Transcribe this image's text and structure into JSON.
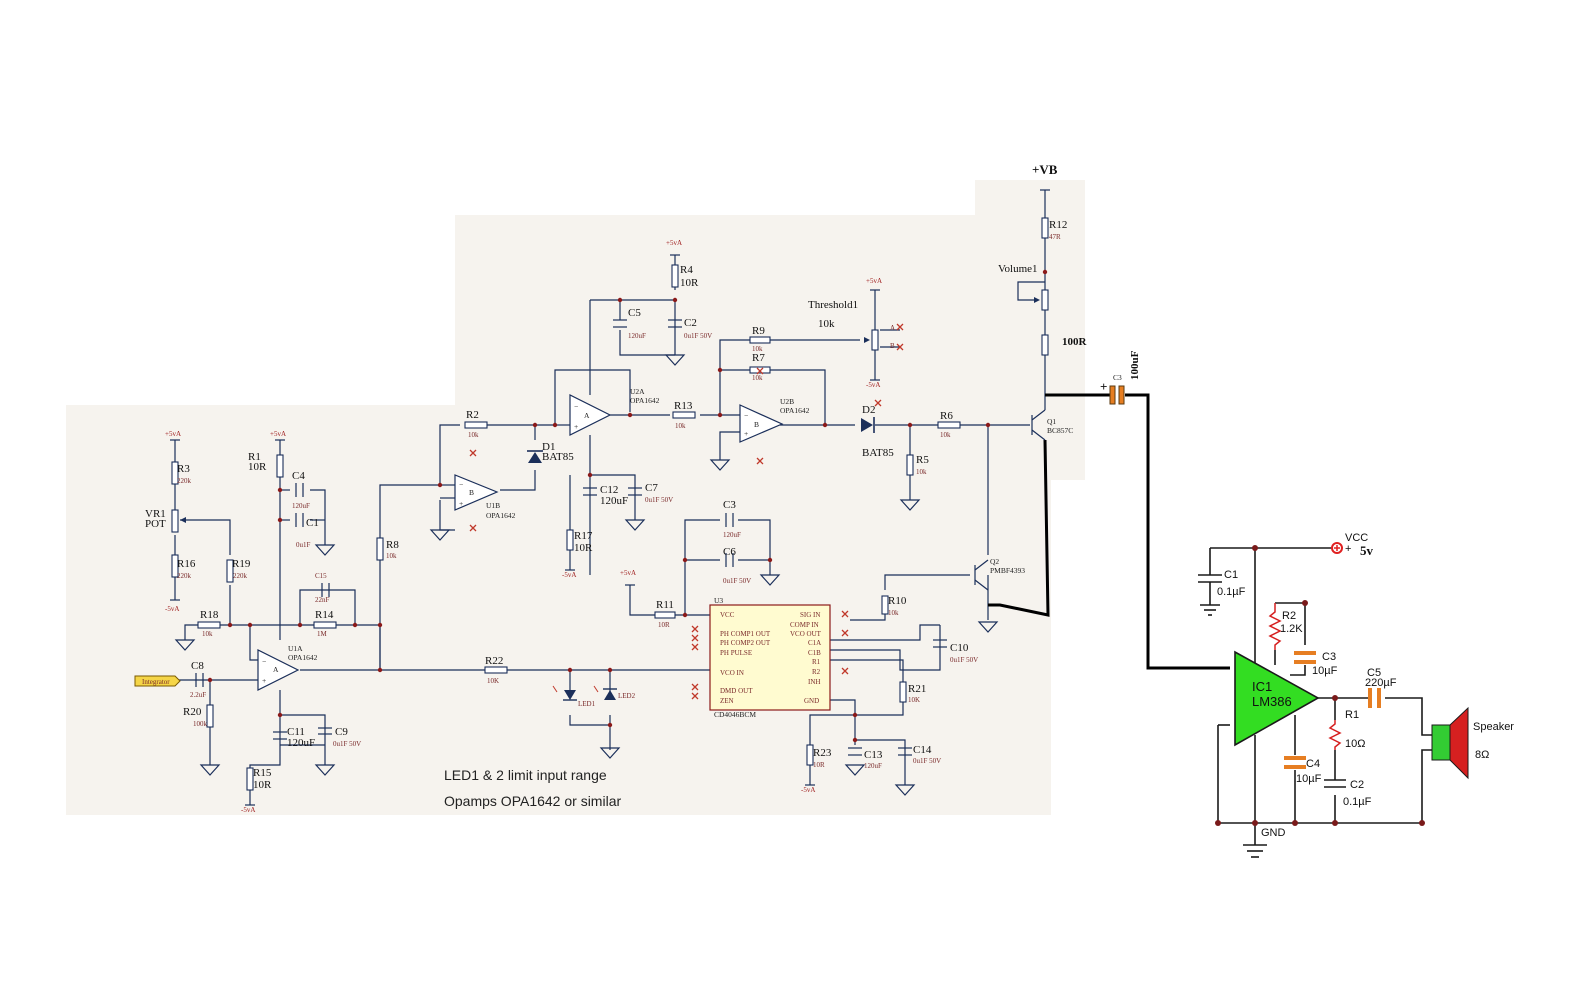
{
  "notes": {
    "line1": "LED1 & 2 limit input range",
    "line2": "Opamps OPA1642 or similar"
  },
  "supplies": {
    "vb": "+VB",
    "p5": "+5vA",
    "n5": "-5vA",
    "vcc": "VCC",
    "v5": "5v",
    "gnd": "GND",
    "plus": "+"
  },
  "input": {
    "label": "Integrator"
  },
  "left": {
    "vr1": "VR1",
    "pot": "POT",
    "r3": "R3",
    "r3v": "220k",
    "r16": "R16",
    "r16v": "220k",
    "r19": "R19",
    "r19v": "220k",
    "r18": "R18",
    "r18v": "10k",
    "r1": "R1",
    "r1v": "10R",
    "c4": "C4",
    "c4v": "120uF",
    "c1": "C1",
    "c1v": "0u1F",
    "c15": "C15",
    "c15v": "22nF",
    "r14": "R14",
    "r14v": "1M",
    "u1a": "U1A",
    "u1ap": "OPA1642",
    "c8": "C8",
    "c8v": "2.2uF",
    "r20": "R20",
    "r20v": "100k",
    "c11": "C11",
    "c11v": "120uF",
    "c9": "C9",
    "c9v": "0u1F 50V",
    "r15": "R15",
    "r15v": "10R",
    "r8": "R8",
    "r8v": "10k",
    "r22": "R22",
    "r22v": "10K",
    "led1": "LED1",
    "led2": "LED2"
  },
  "mid": {
    "r2": "R2",
    "r2v": "10k",
    "u1b": "U1B",
    "u1bp": "OPA1642",
    "d1": "D1",
    "d1v": "BAT85",
    "u2a": "U2A",
    "u2ap": "OPA1642",
    "r4": "R4",
    "r4v": "10R",
    "c5": "C5",
    "c5v": "120uF",
    "c2": "C2",
    "c2v": "0u1F 50V",
    "c12": "C12",
    "c12v": "120uF",
    "c7": "C7",
    "c7v": "0u1F 50V",
    "r17": "R17",
    "r17v": "10R",
    "r13": "R13",
    "r13v": "10k",
    "r9": "R9",
    "r9v": "10k",
    "r7": "R7",
    "r7v": "10k",
    "u2b": "U2B",
    "u2bp": "OPA1642",
    "thr": "Threshold1",
    "thrv": "10k",
    "d2": "D2",
    "d2v": "BAT85",
    "r6": "R6",
    "r6v": "10k",
    "r5": "R5",
    "r5v": "10k",
    "q1": "Q1",
    "q1p": "BC857C",
    "r12": "R12",
    "r12v": "47R",
    "vol": "Volume1",
    "r100": "100R",
    "c3": "C3",
    "c3v": "100uF",
    "q2": "Q2",
    "q2p": "PMBF4393",
    "r10": "R10",
    "r10v": "10k",
    "c3b": "C3",
    "c3bv": "120uF",
    "c6": "C6",
    "c6v": "0u1F 50V",
    "r11": "R11",
    "r11v": "10R",
    "u3": "U3",
    "u3p": "CD4046BCM",
    "c10": "C10",
    "c10v": "0u1F 50V",
    "r21": "R21",
    "r21v": "10K",
    "r23": "R23",
    "r23v": "10R",
    "c13": "C13",
    "c13v": "120uF",
    "c14": "C14",
    "c14v": "0u1F 50V",
    "pa": "A",
    "pb": "B",
    "u3pins": {
      "vcc": "VCC",
      "pc1": "PH COMP1 OUT",
      "pc2": "PH COMP2 OUT",
      "pp": "PH PULSE",
      "vco": "VCO IN",
      "dmd": "DMD OUT",
      "zen": "ZEN",
      "sig": "SIG IN",
      "comp": "COMP IN",
      "vcoo": "VCO OUT",
      "c1a": "C1A",
      "c1b": "C1B",
      "r1": "R1",
      "r2": "R2",
      "inh": "INH",
      "gnd": "GND"
    }
  },
  "amp": {
    "ic": "IC1",
    "icp": "LM386",
    "c1": "C1",
    "c1v": "0.1µF",
    "r2": "R2",
    "r2v": "1.2K",
    "c3": "C3",
    "c3v": "10µF",
    "c5": "C5",
    "c5v": "220µF",
    "r1": "R1",
    "r1v": "10Ω",
    "c4": "C4",
    "c4v": "10µF",
    "c2": "C2",
    "c2v": "0.1µF",
    "spk": "Speaker",
    "spkv": "8Ω"
  },
  "colors": {
    "wire": "#1b2f5a",
    "amp": "#33dd22",
    "speaker_coil": "#33cc33",
    "speaker_cone": "#d62020",
    "vcc_dot": "#e02020"
  }
}
